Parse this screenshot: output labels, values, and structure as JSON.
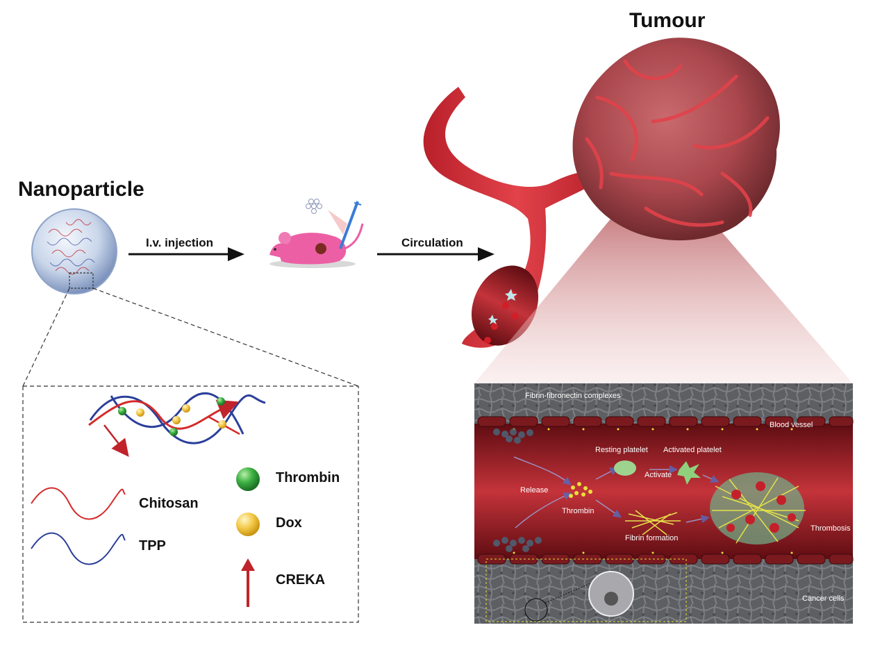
{
  "titles": {
    "nanoparticle": "Nanoparticle",
    "tumour": "Tumour"
  },
  "arrows": {
    "injection": "I.v. injection",
    "circulation": "Circulation"
  },
  "legend": {
    "thrombin": "Thrombin",
    "chitosan": "Chitosan",
    "dox": "Dox",
    "tpp": "TPP",
    "creka": "CREKA"
  },
  "inset": {
    "fibrin_complexes": "Fibrin-fibronectin complexes",
    "blood_vessel": "Blood vessel",
    "resting_platelet": "Resting platelet",
    "activated_platelet": "Activated platelet",
    "activate": "Activate",
    "release": "Release",
    "thrombin": "Thrombin",
    "fibrin_formation": "Fibrin formation",
    "thrombosis": "Thrombosis",
    "cancer_cells": "Cancer cells"
  },
  "colors": {
    "chitosan": "#d42a2a",
    "tpp": "#2b3f9a",
    "thrombin": "#3cb043",
    "dox": "#f2c744",
    "creka": "#c0232b",
    "tumour": "#b8454a",
    "vessel": "#d8323a"
  }
}
